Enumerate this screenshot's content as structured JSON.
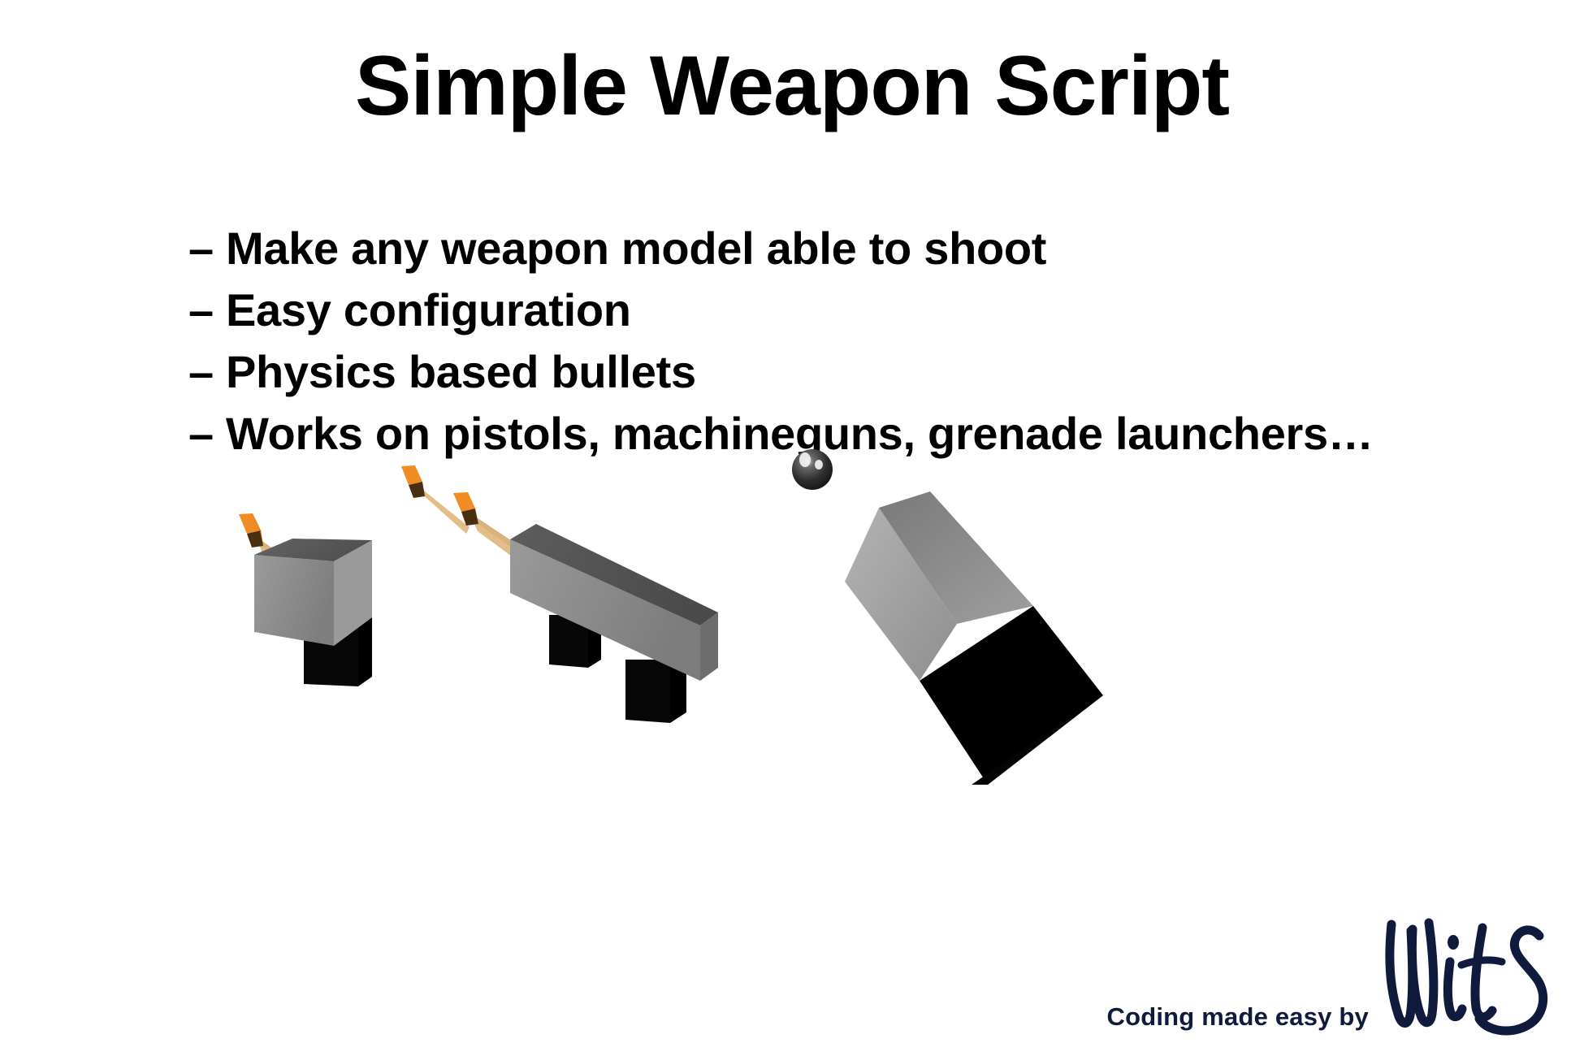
{
  "slide": {
    "title": "Simple Weapon Script",
    "background_color": "#ffffff",
    "text_color": "#000000"
  },
  "bullets": [
    {
      "marker": "–",
      "text": "Make any weapon model able to shoot"
    },
    {
      "marker": "–",
      "text": "Easy configuration"
    },
    {
      "marker": "–",
      "text": "Physics based bullets"
    },
    {
      "marker": "–",
      "text": "Works on pistols, machineguns, grenade launchers…"
    }
  ],
  "illustration": {
    "description": "Three low-poly 3D weapon models rendered in grayscale on white",
    "models": [
      {
        "name": "pistol",
        "body_color": "#8c8c8c",
        "top_color": "#5a5a5a",
        "grip_color": "#050505",
        "projectiles": 1
      },
      {
        "name": "machinegun",
        "body_color": "#8a8a8a",
        "top_color": "#565656",
        "grip_color": "#050505",
        "projectiles": 2
      },
      {
        "name": "grenade-launcher",
        "body_color": "#a6a6a6",
        "top_color": "#6e6e6e",
        "grip_color": "#000000",
        "projectiles": 1
      }
    ],
    "bullet_tip_color": "#f08a22",
    "bullet_trail_color": "#e8c18a",
    "grenade_color": "#2a2a2a"
  },
  "footer": {
    "tagline": "Coding made easy by",
    "logo_text": "Wits",
    "brand_color": "#101a3c"
  }
}
